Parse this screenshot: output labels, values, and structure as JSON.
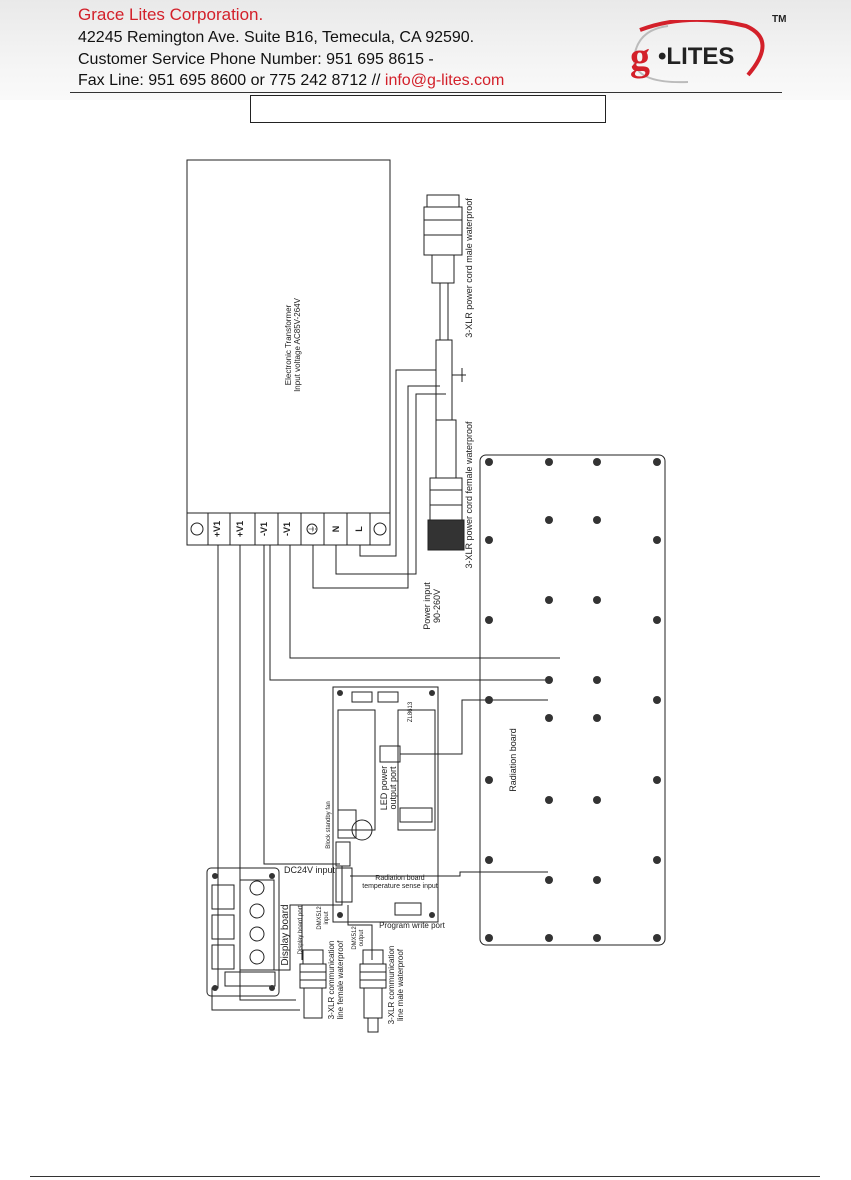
{
  "header": {
    "company": "Grace Lites Corporation.",
    "address": "42245 Remington Ave. Suite B16, Temecula, CA 92590.",
    "phone": "Customer Service Phone Number: 951 695 8615 -",
    "fax_prefix": "Fax Line: 951 695 8600 or 775 242 8712 // ",
    "email": "info@g-lites.com",
    "logo_text": "g•LITES",
    "trademark": "TM"
  },
  "diagram": {
    "transformer_line1": "Electronic Transformer",
    "transformer_line2": "Input voltage AC85V-264V",
    "terminals": [
      "+V1",
      "+V1",
      "-V1",
      "-V1",
      "⏚",
      "N",
      "L"
    ],
    "xlr_male_power": "3-XLR power cord male waterproof",
    "xlr_female_power": "3-XLR power cord female waterproof",
    "power_input_line1": "Power input",
    "power_input_line2": "90-260V",
    "radiation_board": "Radiation board",
    "led_power_line1": "LED power",
    "led_power_line2": "output port",
    "block_standby": "Block standby fan",
    "dc24v_input": "DC24V input",
    "radiation_sense_line1": "Radiation board",
    "radiation_sense_line2": "temperature sense input",
    "program_write_port": "Program write port",
    "display_board": "Display board",
    "display_board_port": "Display board port",
    "dmx_input_line1": "DMX512",
    "dmx_input_line2": "input",
    "dmx_output_line1": "DMX512",
    "dmx_output_line2": "output",
    "xlr_female_comm_line1": "3-XLR communication",
    "xlr_female_comm_line2": "line female waterproof",
    "xlr_male_comm_line1": "3-XLR communication",
    "xlr_male_comm_line2": "line male waterproof",
    "driver_model": "ZL8613"
  },
  "colors": {
    "brand_red": "#d3202a",
    "line": "#222222"
  }
}
